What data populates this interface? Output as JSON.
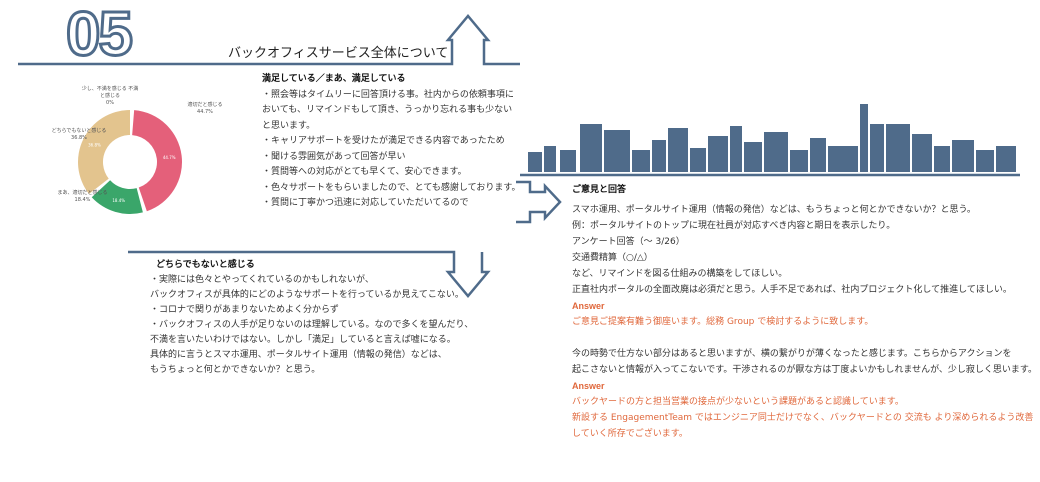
{
  "header": {
    "number": "05",
    "title": "バックオフィスサービス全体について"
  },
  "chart_data": {
    "type": "pie",
    "categories": [
      "適切だと感じる",
      "まあ、適切だと感じる",
      "どちらでもないと感じる",
      "少し、不満を感じる 不満と感じる"
    ],
    "values": [
      44.7,
      18.4,
      36.8,
      0
    ],
    "labels": [
      "44.7%",
      "18.4%",
      "36.8%",
      "0%"
    ],
    "colors": [
      "#e4607a",
      "#3aa66a",
      "#e3c48e",
      "#cccccc"
    ]
  },
  "satisfied": {
    "heading": "満足している／まあ、満足している",
    "lines": [
      "・照会等はタイムリーに回答頂ける事。社内からの依頼事項に",
      "おいても、リマインドもして頂き、うっかり忘れる事も少ない",
      "と思います。",
      "・キャリアサポートを受けたが満足できる内容であったため",
      "・聞ける雰囲気があって回答が早い",
      "・質問等への対応がとても早くて、安心できます。",
      "・色々サポートをもらいましたので、とても感謝しております。",
      "・質問に丁寧かつ迅速に対応していただいてるので"
    ]
  },
  "neutral": {
    "heading": "どちらでもないと感じる",
    "lines": [
      "・実際には色々とやってくれているのかもしれないが、",
      "バックオフィスが具体的にどのようなサポートを行っているか見えてこない。",
      "・コロナで関りがあまりないためよく分からず",
      "・バックオフィスの人手が足りないのは理解している。なので多くを望んだり、",
      "不満を言いたいわけではない。しかし「満足」していると言えば嘘になる。",
      "具体的に言うとスマホ運用、ポータルサイト運用（情報の発信）などは、",
      "もうちょっと何とかできないか？と思う。"
    ]
  },
  "opinions": {
    "heading": "ご意見と回答",
    "block1": [
      "スマホ運用、ポータルサイト運用（情報の発信）などは、もうちょっと何とかできないか？と思う。",
      "例：ポータルサイトのトップに現在社員が対応すべき内容と期日を表示したり。",
      "アンケート回答（～ 3/26）",
      "交通費精算（○/△）",
      "など、リマインドを図る仕組みの構築をしてほしい。",
      "正直社内ポータルの全面改廃は必須だと思う。人手不足であれば、社内プロジェクト化して推進してほしい。"
    ],
    "answer_label": "Answer",
    "answer1": [
      "ご意見ご提案有難う御座います。総務 Group で検討するように致します。"
    ],
    "block2": [
      "今の時勢で仕方ない部分はあると思いますが、横の繋がりが薄くなったと感じます。こちらからアクションを",
      "起こさないと情報が入ってこないです。干渉されるのが厭な方は丁度よいかもしれませんが、少し寂しく思います。"
    ],
    "answer2": [
      "バックヤードの方と担当営業の接点が少ないという課題があると認識しています。",
      "新設する EngagementTeam ではエンジニア同士だけでなく、バックヤードとの 交流も より深められるよう改善",
      "していく所存でございます。"
    ]
  },
  "colors": {
    "accent": "#4f6b8a",
    "answer": "#e0683c"
  }
}
